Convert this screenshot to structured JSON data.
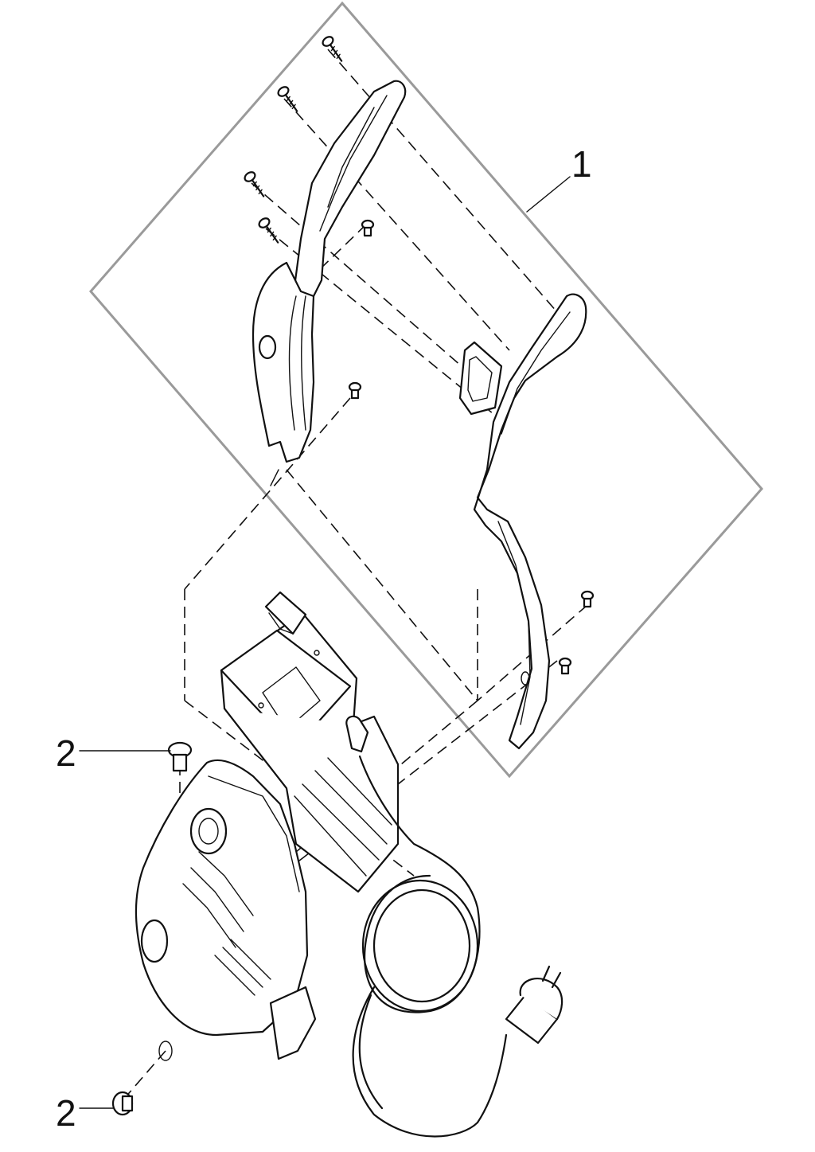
{
  "callouts": {
    "part_1": "1",
    "part_2_top": "2",
    "part_2_bottom": "2"
  },
  "colors": {
    "line": "#111111",
    "frame": "#9a9a9a",
    "background": "#ffffff"
  }
}
